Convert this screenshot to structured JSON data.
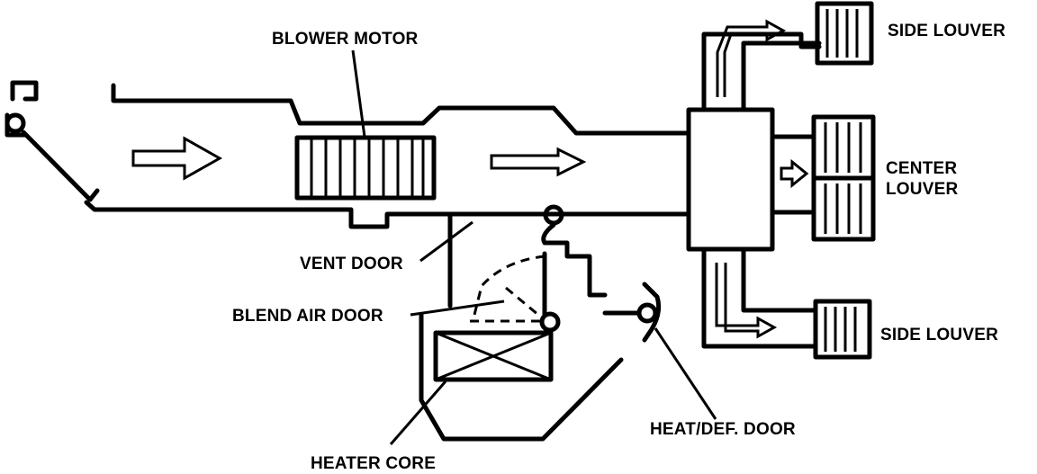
{
  "labels": {
    "blower_motor": "BLOWER MOTOR",
    "side_louver_top": "SIDE LOUVER",
    "center_louver_line1": "CENTER",
    "center_louver_line2": "LOUVER",
    "vent_door": "VENT DOOR",
    "blend_air_door": "BLEND AIR DOOR",
    "side_louver_bottom": "SIDE LOUVER",
    "heat_def_door": "HEAT/DEF. DOOR",
    "heater_core": "HEATER CORE"
  }
}
